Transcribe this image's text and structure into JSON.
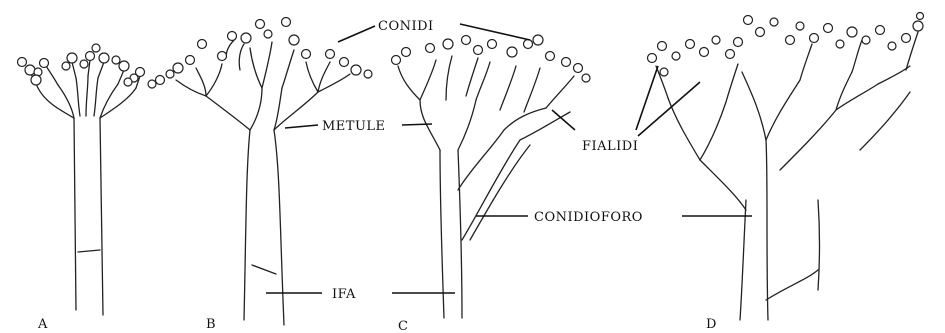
{
  "labels": {
    "conidi": "CONIDI",
    "metule": "METULE",
    "fialidi": "FIALIDI",
    "conidioforo": "CONIDIOFORO",
    "ifa": "IFA"
  },
  "panels": [
    "A",
    "B",
    "C",
    "D"
  ],
  "colors": {
    "ink": "#222222",
    "background": "#ffffff"
  }
}
